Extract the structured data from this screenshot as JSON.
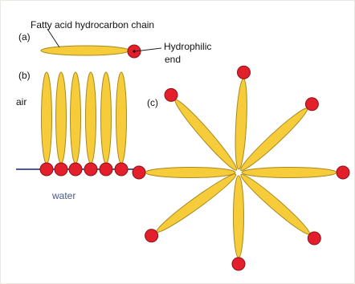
{
  "labels": {
    "part_a": "(a)",
    "part_b": "(b)",
    "part_c": "(c)",
    "chain": "Fatty acid hydrocarbon chain",
    "hydrophilic_line1": "Hydrophilic",
    "hydrophilic_line2": "end",
    "air": "air",
    "water": "water"
  },
  "colors": {
    "tail_fill": "#f6cc3b",
    "tail_stroke": "#a8891c",
    "head_fill": "#e31f2b",
    "head_stroke": "#8d1218",
    "water_line": "#4d5a86",
    "pointer": "#222222"
  },
  "monolayer_molecule_count": 6,
  "micelle_molecule_count": 8
}
